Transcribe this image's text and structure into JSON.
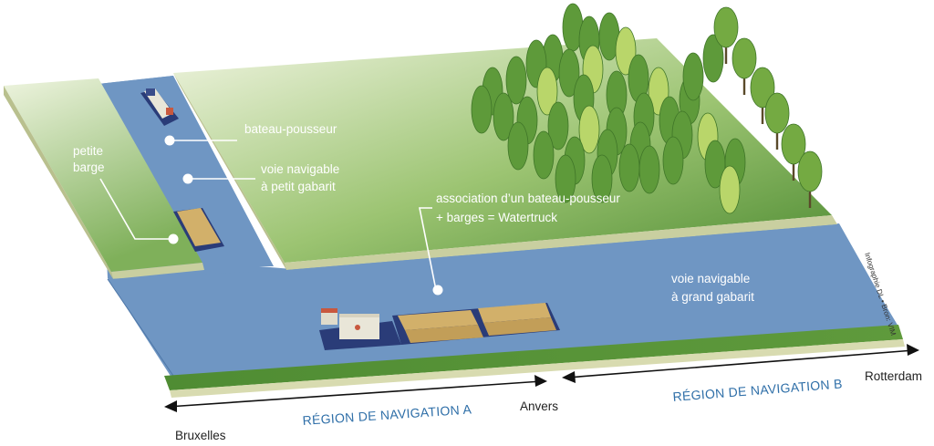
{
  "labels": {
    "petite_barge_line1": "petite",
    "petite_barge_line2": "barge",
    "bateau_pousseur": "bateau-pousseur",
    "voie_petit_line1": "voie navigable",
    "voie_petit_line2": "à petit gabarit",
    "watertruck_line1": "association d’un bateau-pousseur",
    "watertruck_line2": "+ barges = Watertruck",
    "voie_grand_line1": "voie navigable",
    "voie_grand_line2": "à grand gabarit"
  },
  "places": {
    "bruxelles": "Bruxelles",
    "anvers": "Anvers",
    "rotterdam": "Rotterdam"
  },
  "regions": {
    "a": "RÉGION DE NAVIGATION A",
    "b": "RÉGION DE NAVIGATION B"
  },
  "credit": "Infographie DL • Bron: VIM",
  "colors": {
    "water": "#6f96c3",
    "water_edge": "#4e77a8",
    "grass_light": "#e6efd2",
    "grass_dark": "#5f9a3c",
    "bank": "#cdd3a6",
    "tree_dark": "#5e9a3a",
    "tree_light": "#b9d66a",
    "cargo": "#d2b06a",
    "hull": "#2a3c78",
    "region_text": "#2f6fa8"
  }
}
